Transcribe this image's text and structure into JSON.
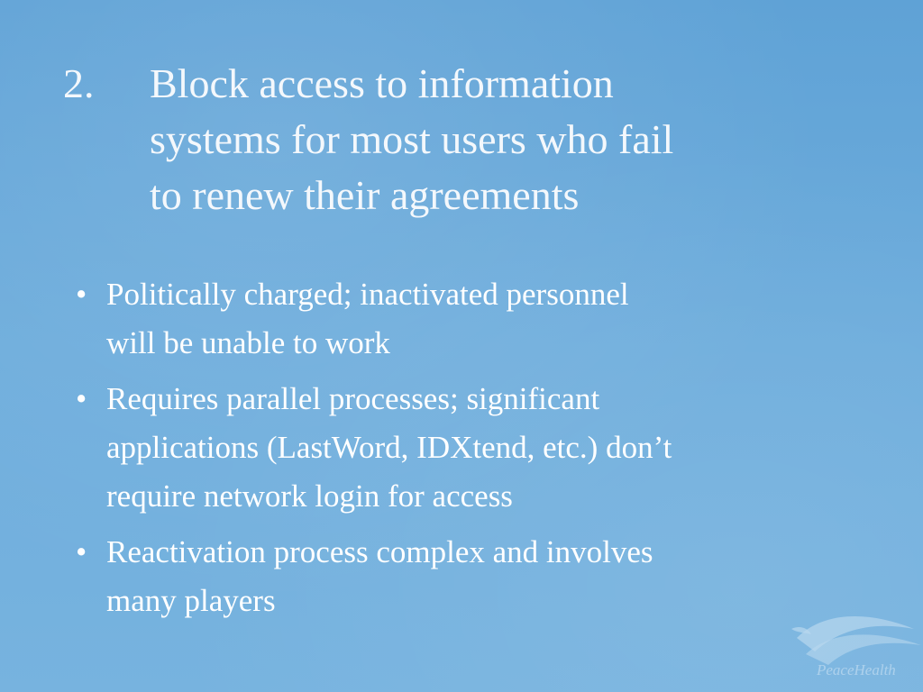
{
  "slide": {
    "title_number": "2.",
    "title_lines": [
      "Block access to information",
      "systems for most users who fail",
      "to renew their agreements"
    ],
    "bullet_symbol": "•",
    "bullets": [
      {
        "lines": [
          "Politically charged; inactivated personnel",
          "will be unable to work"
        ]
      },
      {
        "lines": [
          "Requires parallel processes; significant",
          "applications (LastWord, IDXtend, etc.) don’t",
          "require network login for access"
        ]
      },
      {
        "lines": [
          "Reactivation process complex and involves",
          "many players"
        ]
      }
    ]
  },
  "logo": {
    "icon": "dove-icon",
    "text": "PeaceHealth"
  },
  "colors": {
    "background": "#6aaad9",
    "text": "#ffffff"
  }
}
